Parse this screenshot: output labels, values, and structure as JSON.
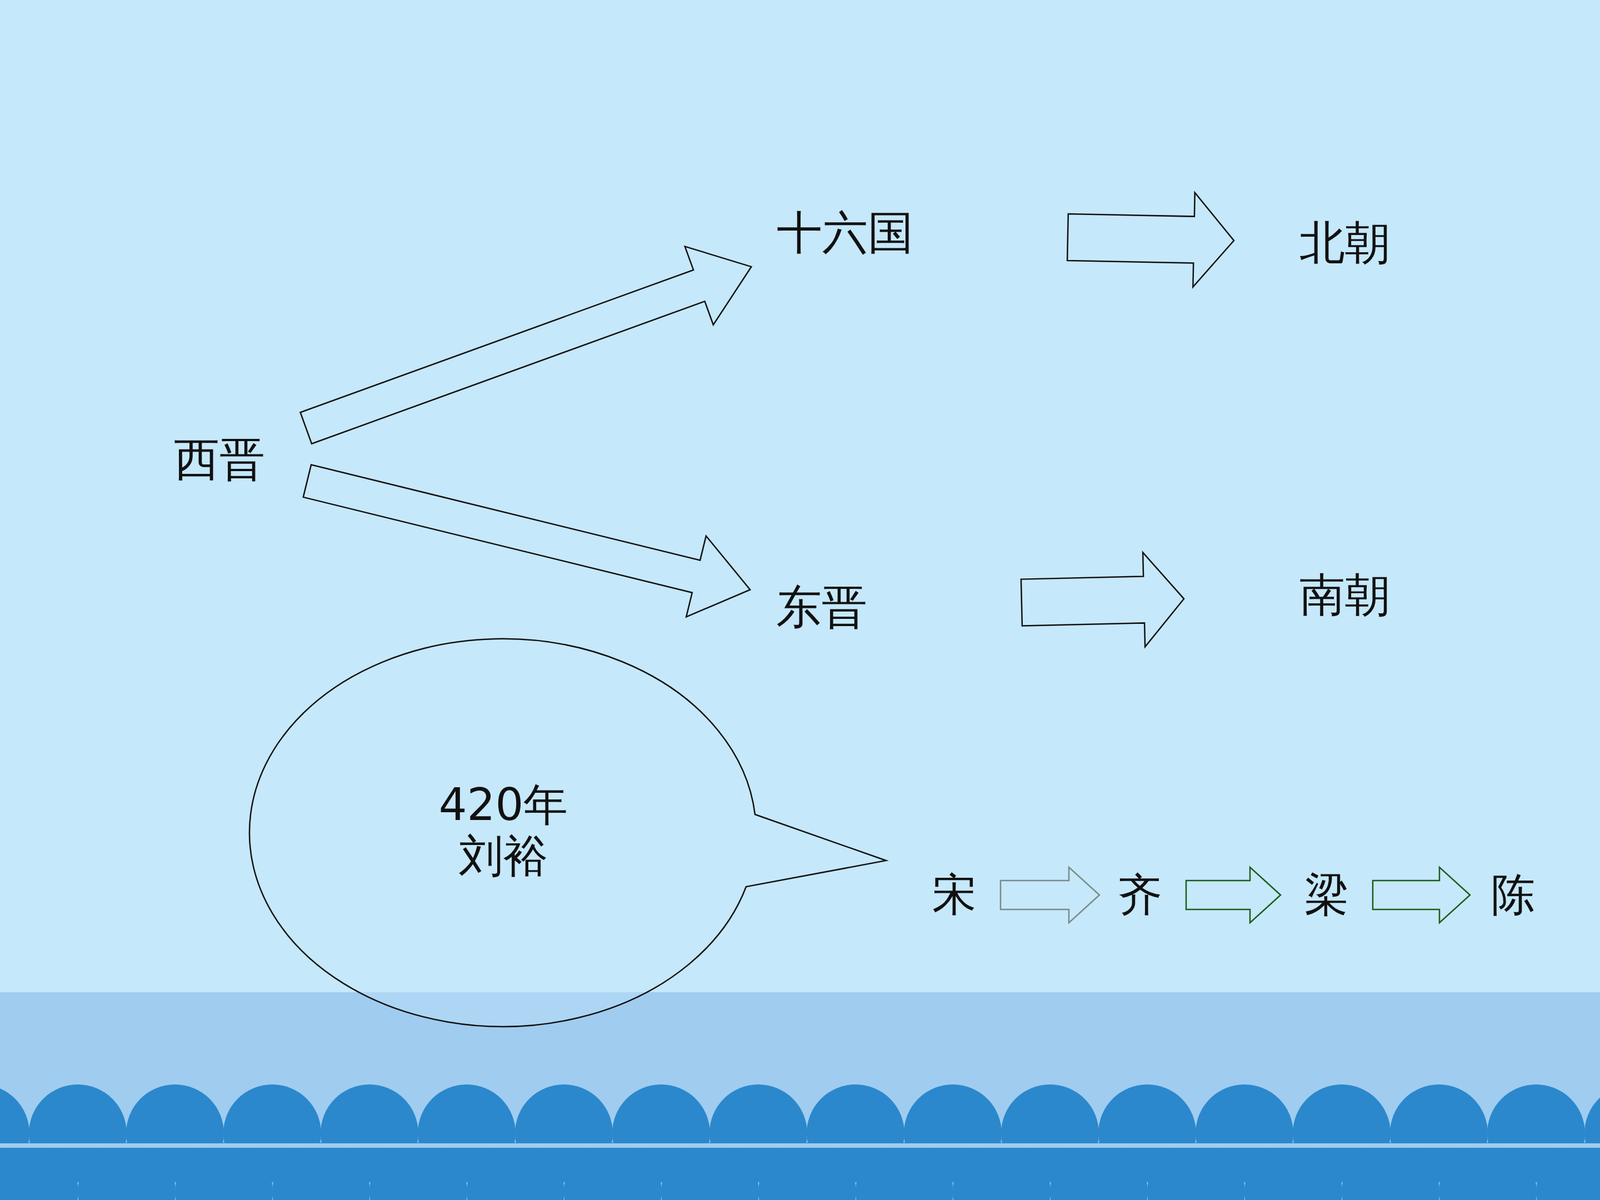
{
  "diagram": {
    "nodes": [
      {
        "text": [
          "西晋"
        ]
      },
      {
        "text": [
          "十六国"
        ]
      },
      {
        "text": [
          "北朝"
        ]
      },
      {
        "text": [
          "东晋"
        ]
      },
      {
        "text": [
          "南朝"
        ]
      },
      {
        "text": [
          "420年 刘裕"
        ]
      },
      {
        "text": [
          "宋"
        ]
      },
      {
        "text": [
          "齐"
        ]
      },
      {
        "text": [
          "梁"
        ]
      },
      {
        "text": [
          "陈"
        ]
      }
    ],
    "edges": [
      {
        "from": 0,
        "to": 1,
        "arrow": "to"
      },
      {
        "from": 0,
        "to": 3,
        "arrow": "to"
      },
      {
        "from": 1,
        "to": 2,
        "arrow": "to"
      },
      {
        "from": 3,
        "to": 4,
        "arrow": "to"
      },
      {
        "from": 6,
        "to": 7,
        "arrow": "to"
      },
      {
        "from": 7,
        "to": 8,
        "arrow": "to"
      },
      {
        "from": 8,
        "to": 9,
        "arrow": "to"
      }
    ]
  }
}
